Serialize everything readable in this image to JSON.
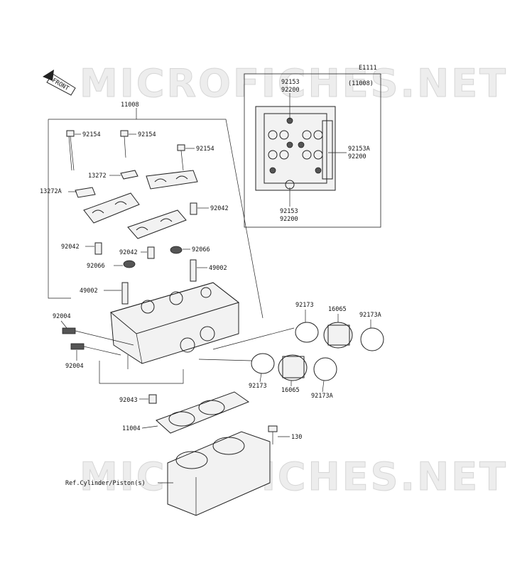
{
  "watermark": {
    "top": "MICROFICHES.NET",
    "bottom": "MICROFICHES.NET"
  },
  "figure_code": "E1111",
  "front_arrow": "FRONT",
  "callouts": {
    "main_assembly": "11008",
    "inset_ref": "(11008)",
    "bolt_a": "92154",
    "bolt_b": "92154",
    "bolt_c": "92154",
    "plate_a": "13272",
    "plate_b": "13272A",
    "pin_right": "92042",
    "pin_left": "92042",
    "pin_mid": "92042",
    "seal_right": "92066",
    "seal_left": "92066",
    "guide_right": "49002",
    "guide_left": "49002",
    "stud_upper": "92004",
    "stud_lower": "92004",
    "dowel": "92043",
    "gasket": "11004",
    "bolt_130": "130",
    "inset_top_a": "92153",
    "inset_top_b": "92200",
    "inset_right_a": "92153A",
    "inset_right_b": "92200",
    "inset_bot_a": "92153",
    "inset_bot_b": "92200",
    "clamp_upper": "92173",
    "holder_upper": "16065",
    "clamp_upper_a": "92173A",
    "clamp_lower": "92173",
    "holder_lower": "16065",
    "clamp_lower_a": "92173A",
    "cylinder_ref": "Ref.Cylinder/Piston(s)"
  }
}
